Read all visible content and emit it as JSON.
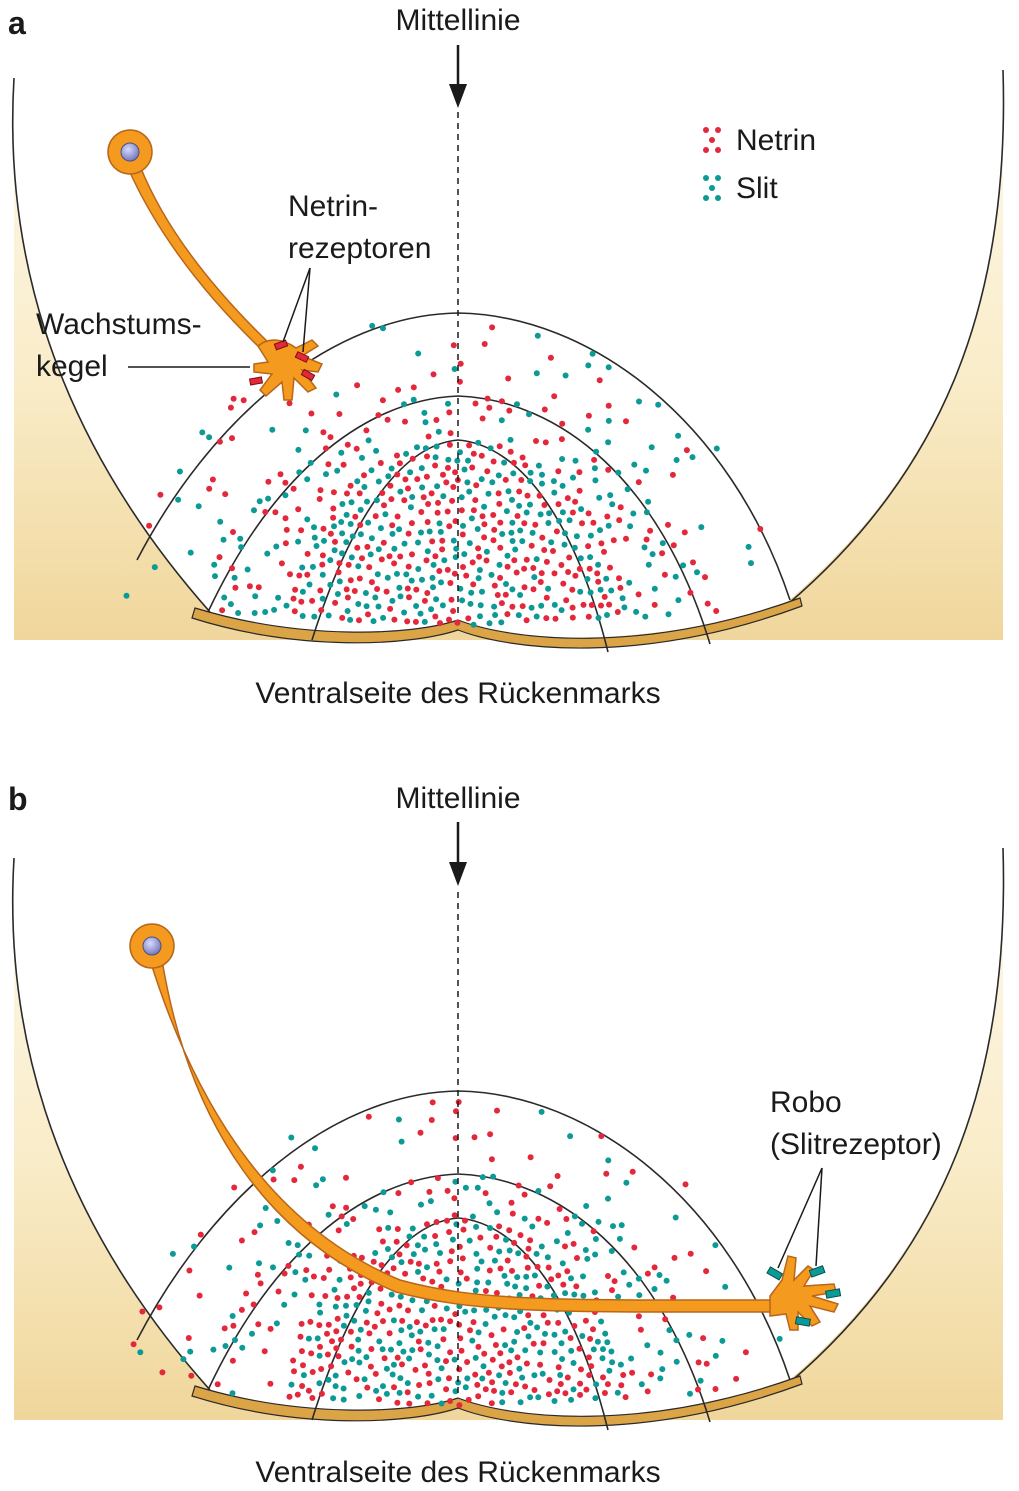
{
  "colors": {
    "netrin": "#e3283c",
    "slit": "#0d9a96",
    "neuron": "#f49a1e",
    "neuron_dark": "#c9751a",
    "nucleus": "#8a8fd0",
    "tissue_top": "#fdf9ee",
    "tissue_bottom": "#f2d9a0",
    "basal_lamina": "#d9a23f"
  },
  "legend": {
    "netrin_label": "Netrin",
    "slit_label": "Slit",
    "netrin_icon": "red-dot-cluster-icon",
    "slit_icon": "teal-dot-cluster-icon"
  },
  "panels": [
    {
      "letter": "a",
      "midline_label": "Mittellinie",
      "bottom_label": "Ventralseite des Rückenmarks",
      "growth_cone_label_1": "Wachstums-",
      "growth_cone_label_2": "kegel",
      "receptor_label_1": "Netrin-",
      "receptor_label_2": "rezeptoren"
    },
    {
      "letter": "b",
      "midline_label": "Mittellinie",
      "bottom_label": "Ventralseite des Rückenmarks",
      "receptor_label_1": "Robo",
      "receptor_label_2": "(Slitrezeptor)"
    }
  ]
}
